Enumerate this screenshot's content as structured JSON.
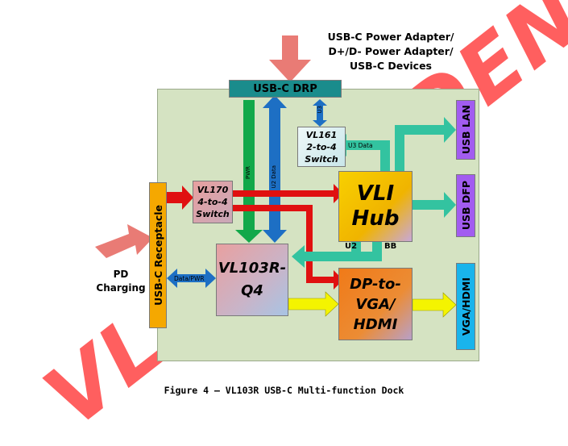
{
  "watermark": "VL CONFIDENTIAL",
  "top_inputs": [
    "USB-C Power Adapter/",
    "D+/D- Power Adapter/",
    "USB-C Devices"
  ],
  "blocks": {
    "drp": "USB-C DRP",
    "vl161": [
      "VL161",
      "2-to-4",
      "Switch"
    ],
    "vl170": [
      "VL170",
      "4-to-4",
      "Switch"
    ],
    "hub": [
      "VLI",
      "Hub"
    ],
    "vl103r": [
      "VL103R-",
      "Q4"
    ],
    "dp_vga": [
      "DP-to-",
      "VGA/",
      "HDMI"
    ],
    "receptacle": "USB-C Receptacle",
    "usb_lan": "USB LAN",
    "usb_dfp": "USB DFP",
    "vga_hdmi": "VGA/HDMI"
  },
  "signals": {
    "u3_data": "U3 Data",
    "u3": "U3",
    "pwr": "PWR",
    "u2_data": "U2 Data",
    "u2": "U2",
    "bb": "BB",
    "data_pwr": "Data/PWR"
  },
  "pd_charging": [
    "PD",
    "Charging"
  ],
  "caption": "Figure 4 – VL103R USB-C Multi-function Dock",
  "colors": {
    "board": "#d5e3c2",
    "drp": "#1a8c8c",
    "green_arrow": "#12a84a",
    "blue_arrow": "#1d6fc4",
    "red_arrow": "#e01010",
    "teal_arrow": "#33c3a0",
    "yellow_arrow": "#f4f400",
    "receptacle": "#f5a800",
    "purple": "#a25cf0",
    "cyan": "#19b4ec",
    "hub": "#f6c000",
    "dp": "#ef7a1c"
  }
}
